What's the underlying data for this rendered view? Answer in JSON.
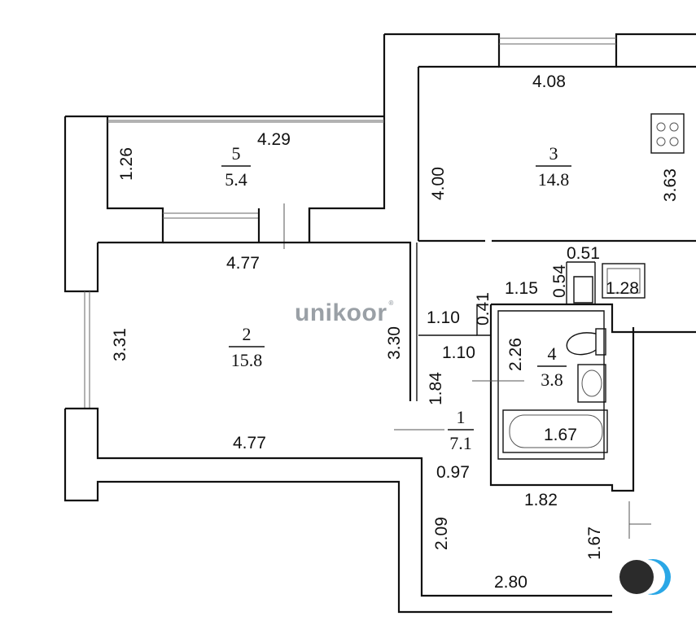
{
  "logo": {
    "text": "unikoor",
    "mark": "®"
  },
  "rooms": [
    {
      "number": "5",
      "area": "5.4"
    },
    {
      "number": "3",
      "area": "14.8"
    },
    {
      "number": "2",
      "area": "15.8"
    },
    {
      "number": "4",
      "area": "3.8"
    },
    {
      "number": "1",
      "area": "7.1"
    }
  ],
  "dimensions": {
    "balcony_height": "1.26",
    "balcony_width": "4.29",
    "kitchen_top": "4.08",
    "kitchen_left": "4.00",
    "kitchen_right": "3.63",
    "kitchen_small": "0.51",
    "kitchen_vertical_small": "0.54",
    "sink_block": "1.28",
    "corridor_115": "1.15",
    "vertical_041": "0.41",
    "passage_top": "1.10",
    "passage_bottom": "1.10",
    "bath_height": "2.26",
    "room2_top": "4.77",
    "room2_left": "3.31",
    "room2_right": "3.30",
    "room2_bottom": "4.77",
    "hall_184": "1.84",
    "bathtub": "1.67",
    "hall_097": "0.97",
    "bath_bottom": "1.82",
    "hall_left": "2.09",
    "hall_right": "1.67",
    "hall_bottom": "2.80"
  },
  "icons": [
    "stove-icon",
    "toilet-icon",
    "washbasin-icon",
    "bathtub-icon",
    "sink-icon",
    "brand-badge-icon"
  ],
  "colors": {
    "walls": "#111111",
    "logo": "#9aa0a6",
    "badge_dark": "#2b2b2b",
    "badge_blue": "#2aa7e6"
  }
}
